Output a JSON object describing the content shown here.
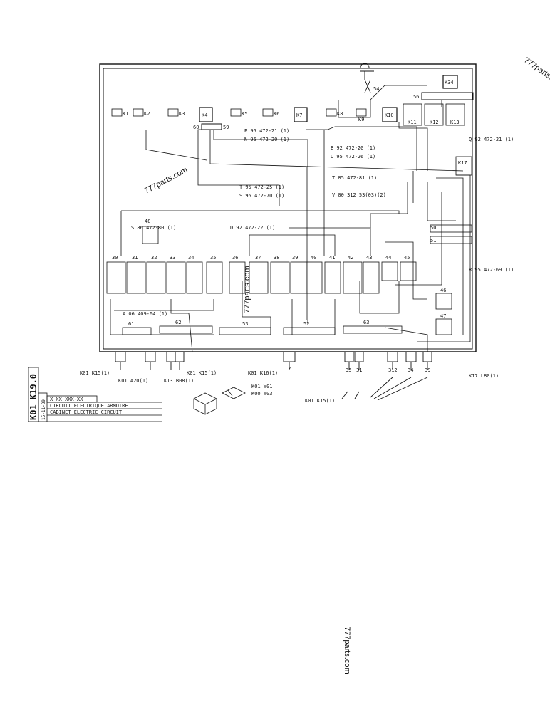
{
  "watermarks": {
    "top_right": "777parts.",
    "diagram": "777parts.com",
    "center": "777parts.com",
    "bottom": "777parts.com"
  },
  "title_block": {
    "code": "K01 K19.0",
    "date": "15-11-89",
    "ref": "X XX XXX-XX",
    "title_fr": "CIRCUIT ELECTRIQUE ARMOIRE",
    "title_en": "CABINET ELECTRIC CIRCUIT"
  },
  "relays_top": [
    "K1",
    "K2",
    "K3",
    "K4",
    "K5",
    "K6",
    "K7",
    "K8",
    "K9",
    "K10",
    "K11",
    "K12",
    "K13",
    "K34",
    "K17"
  ],
  "terminal_blocks": [
    "30",
    "31",
    "32",
    "33",
    "34",
    "35",
    "36",
    "37",
    "38",
    "39",
    "40",
    "41",
    "42",
    "43",
    "44",
    "45",
    "46",
    "47",
    "48"
  ],
  "strips": {
    "s61": "61",
    "s62": "62",
    "s53": "53",
    "s52": "52",
    "s63": "63",
    "s56": "56",
    "s50": "50",
    "s51": "51",
    "s60": "60",
    "s59": "59",
    "s54": "54"
  },
  "refs": {
    "p": "P 95 472-21 (1)",
    "n": "N 95 472-20 (1)",
    "b": "B 92 472-20 (1)",
    "u": "U 95 472-26 (1)",
    "q": "Q 92 472-21 (1)",
    "t1": "T 95 472-25 (1)",
    "s1": "S 95 472-70 (1)",
    "t2": "T 85 472-81 (1)",
    "v": "V 00 312 53(03)(2)",
    "s2": "S 86 472-80 (1)",
    "d": "D 92 472-22 (1)",
    "r": "R 95 472-69 (1)",
    "a": "A 06 409-64 (1)"
  },
  "connectors": {
    "c1": "K01 K15(1)",
    "c2": "K01 A20(1)",
    "c3": "K13 B08(1)",
    "c4": "K01 K15(1)",
    "c5": "K01 K16(1)",
    "c6": "K17 L80(1)",
    "c7": "K01 W01",
    "c8": "K00 W03",
    "c9": "K01 K15(1)"
  },
  "gland_numbers": [
    "2",
    "35",
    "31",
    "312",
    "34",
    "39"
  ]
}
